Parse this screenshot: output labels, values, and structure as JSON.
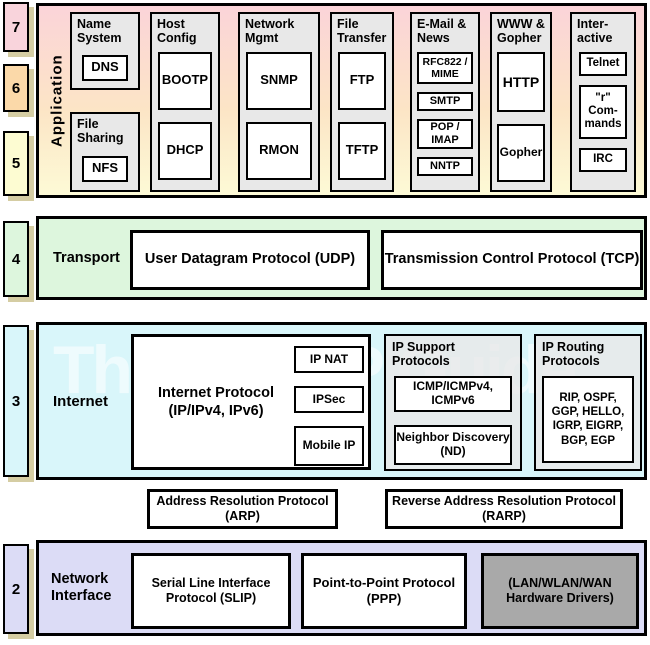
{
  "watermark": "The TCP/IP Guide",
  "colors": {
    "layer7": "#f9d4dc",
    "layer6": "#fbd9a9",
    "layer5": "#fdfcd2",
    "layer4": "#ddf6dd",
    "layer3": "#d9f6fa",
    "layer2": "#dcdcf6",
    "group_gray": "#e8e8e8",
    "hardware_gray": "#a9a9a9",
    "shadow_tan": "#d5cda3",
    "border": "#000000"
  },
  "layer_numbers": [
    {
      "label": "7"
    },
    {
      "label": "6"
    },
    {
      "label": "5"
    },
    {
      "label": "4"
    },
    {
      "label": "3"
    },
    {
      "label": "2"
    }
  ],
  "application": {
    "label": "Application",
    "groups": [
      {
        "name": "Name System",
        "protocols": [
          "DNS"
        ]
      },
      {
        "name": "File Sharing",
        "protocols": [
          "NFS"
        ]
      },
      {
        "name": "Host Config",
        "protocols": [
          "BOOTP",
          "DHCP"
        ]
      },
      {
        "name": "Network Mgmt",
        "protocols": [
          "SNMP",
          "RMON"
        ]
      },
      {
        "name": "File Transfer",
        "protocols": [
          "FTP",
          "TFTP"
        ]
      },
      {
        "name": "E-Mail & News",
        "protocols": [
          "RFC822 / MIME",
          "SMTP",
          "POP / IMAP",
          "NNTP"
        ]
      },
      {
        "name": "WWW & Gopher",
        "protocols": [
          "HTTP",
          "Gopher"
        ]
      },
      {
        "name": "Inter-active",
        "protocols": [
          "Telnet",
          "\"r\" Com-mands",
          "IRC"
        ]
      }
    ]
  },
  "transport": {
    "label": "Transport",
    "udp": "User Datagram Protocol (UDP)",
    "tcp": "Transmission Control Protocol (TCP)"
  },
  "internet": {
    "label": "Internet",
    "ip_title": "Internet Protocol (IP/IPv4, IPv6)",
    "ip_sub": [
      "IP NAT",
      "IPSec",
      "Mobile IP"
    ],
    "support": {
      "name": "IP Support Protocols",
      "protocols": [
        "ICMP/ICMPv4, ICMPv6",
        "Neighbor Discovery (ND)"
      ]
    },
    "routing": {
      "name": "IP Routing Protocols",
      "protocols": [
        "RIP, OSPF, GGP, HELLO, IGRP, EIGRP, BGP, EGP"
      ]
    }
  },
  "arp_row": {
    "arp": "Address Resolution Protocol (ARP)",
    "rarp": "Reverse Address Resolution Protocol (RARP)"
  },
  "network_interface": {
    "label": "Network Interface",
    "slip": "Serial Line Interface Protocol (SLIP)",
    "ppp": "Point-to-Point Protocol (PPP)",
    "hardware": "(LAN/WLAN/WAN Hardware Drivers)"
  }
}
